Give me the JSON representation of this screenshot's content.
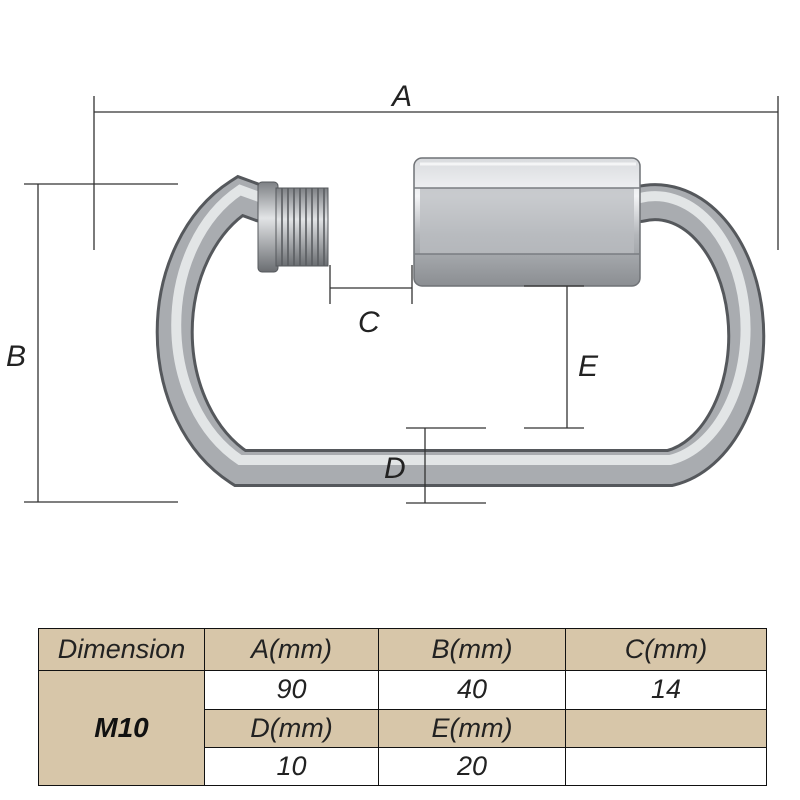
{
  "diagram": {
    "labels": {
      "a": "A",
      "b": "B",
      "c": "C",
      "d": "D",
      "e": "E"
    }
  },
  "table": {
    "header_row_1": [
      "Dimension",
      "A(mm)",
      "B(mm)",
      "C(mm)"
    ],
    "value_row_1": [
      "90",
      "40",
      "14"
    ],
    "size": "M10",
    "header_row_2": [
      "D(mm)",
      "E(mm)",
      ""
    ],
    "value_row_2": [
      "10",
      "20",
      ""
    ]
  },
  "colors": {
    "header_bg": "#d7c6a9",
    "border": "#111111",
    "metal": "#b8babd"
  }
}
